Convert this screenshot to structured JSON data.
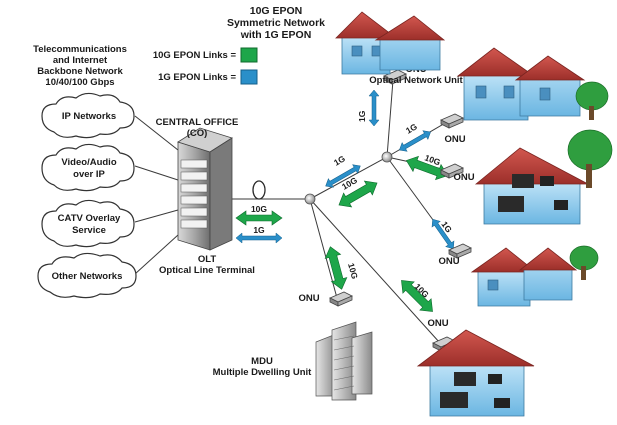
{
  "title": {
    "line1": "10G EPON",
    "line2": "Symmetric Network",
    "line3": "with 1G EPON"
  },
  "legend": {
    "link_10g": "10G EPON Links =",
    "link_1g": "1G EPON Links =",
    "color_10g": "#1ea64a",
    "color_1g": "#2a8fc9"
  },
  "backbone": {
    "line1": "Telecommunications",
    "line2": "and Internet",
    "line3": "Backbone Network",
    "line4": "10/40/100 Gbps"
  },
  "clouds": {
    "ip_networks": "IP Networks",
    "video_audio_1": "Video/Audio",
    "video_audio_2": "over IP",
    "catv_1": "CATV Overlay",
    "catv_2": "Service",
    "other_networks": "Other Networks"
  },
  "central_office": {
    "line1": "CENTRAL OFFICE",
    "line2": "(CO)"
  },
  "olt": {
    "line1": "OLT",
    "line2": "Optical Line Terminal"
  },
  "onu": {
    "abbr": "ONU",
    "full": "Optical Network Unit"
  },
  "mdu": {
    "line1": "MDU",
    "line2": "Multiple Dwelling Unit"
  },
  "links": {
    "g10": "10G",
    "g1": "1G"
  }
}
